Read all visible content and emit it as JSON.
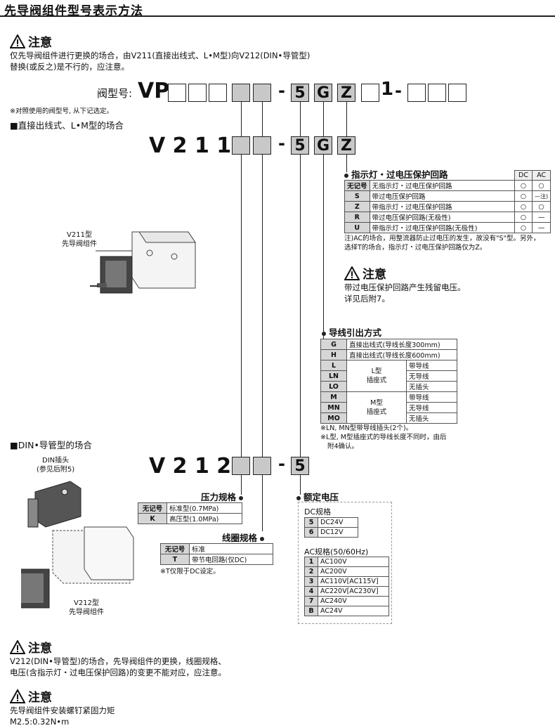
{
  "title": "先导阀组件型号表示方法",
  "caution_label": "注意",
  "caution1": {
    "line1": "仅先导阀组件进行更换的场合，由V211(直接出线式、L•M型)向V212(DIN•导管型)",
    "line2": "替换(或反之)是不行的，应注意。"
  },
  "model_label": "阀型号:",
  "model_prefix": "VP",
  "model_codes": {
    "five": "5",
    "g": "G",
    "z": "Z",
    "one": "1",
    "dash": "-"
  },
  "model_note": "※对照使用的阀型号, 从下记选定。",
  "section_direct": "■直接出线式、L•M型的场合",
  "v211_code": "V 2 1 1",
  "v211_image_label": {
    "line1": "V211型",
    "line2": "先导阀组件"
  },
  "indicator": {
    "title": "指示灯・过电压保护回路",
    "head": [
      "DC",
      "AC"
    ],
    "rows": [
      {
        "code": "无记号",
        "desc": "无指示灯・过电压保护回路",
        "dc": "○",
        "ac": "○"
      },
      {
        "code": "S",
        "desc": "带过电压保护回路",
        "dc": "○",
        "ac": "—注)"
      },
      {
        "code": "Z",
        "desc": "带指示灯・过电压保护回路",
        "dc": "○",
        "ac": "○"
      },
      {
        "code": "R",
        "desc": "带过电压保护回路(无极性)",
        "dc": "○",
        "ac": "—"
      },
      {
        "code": "U",
        "desc": "带指示灯・过电压保护回路(无极性)",
        "dc": "○",
        "ac": "—"
      }
    ],
    "note1": "注)AC的场合，用整流器防止过电压的发生，故没有\"S\"型。另外，",
    "note2": "选择T的场合，指示灯・过电压保护回路仅为Z。"
  },
  "caution2": {
    "line1": "带过电压保护回路产生残留电压。",
    "line2": "详见后附7。"
  },
  "lead": {
    "title": "导线引出方式",
    "rows": [
      {
        "code": "G",
        "desc": "直接出线式(导线长度300mm)"
      },
      {
        "code": "H",
        "desc": "直接出线式(导线长度600mm)"
      }
    ],
    "l_group": {
      "name1": "L型",
      "name2": "插座式",
      "codes": [
        "L",
        "LN",
        "LO"
      ],
      "opts": [
        "带导线",
        "无导线",
        "无插头"
      ]
    },
    "m_group": {
      "name1": "M型",
      "name2": "插座式",
      "codes": [
        "M",
        "MN",
        "MO"
      ],
      "opts": [
        "带导线",
        "无导线",
        "无插头"
      ]
    },
    "note1": "※LN, MN型带导线插头(2个)。",
    "note2": "※L型, M型插座式的导线长度不同时，由后",
    "note3": "附4确认。"
  },
  "section_din": "■DIN•导管型的场合",
  "din_image_label": {
    "line1": "DIN插头",
    "line2": "(参见后附5)"
  },
  "v212_code": "V 2 1 2",
  "v212_image_label": {
    "line1": "V212型",
    "line2": "先导阀组件"
  },
  "pressure": {
    "title": "压力规格",
    "rows": [
      {
        "code": "无记号",
        "desc": "标准型(0.7MPa)"
      },
      {
        "code": "K",
        "desc": "高压型(1.0MPa)"
      }
    ]
  },
  "coil": {
    "title": "线圈规格",
    "rows": [
      {
        "code": "无记号",
        "desc": "标准"
      },
      {
        "code": "T",
        "desc": "带节电回路(仅DC)"
      }
    ],
    "note": "※T仅限于DC设定。"
  },
  "voltage": {
    "title": "额定电压",
    "dc_title": "DC规格",
    "dc_rows": [
      {
        "code": "5",
        "desc": "DC24V"
      },
      {
        "code": "6",
        "desc": "DC12V"
      }
    ],
    "ac_title": "AC规格(50/60Hz)",
    "ac_rows": [
      {
        "code": "1",
        "desc": "AC100V"
      },
      {
        "code": "2",
        "desc": "AC200V"
      },
      {
        "code": "3",
        "desc": "AC110V[AC115V]"
      },
      {
        "code": "4",
        "desc": "AC220V[AC230V]"
      },
      {
        "code": "7",
        "desc": "AC240V"
      },
      {
        "code": "B",
        "desc": "AC24V"
      }
    ]
  },
  "caution3": {
    "line1": "V212(DIN•导管型)的场合，先导阀组件的更换，线圈规格、",
    "line2": "电压(含指示灯・过电压保护回路)的变更不能对应，应注意。"
  },
  "caution4": {
    "line1": "先导阀组件安装螺钉紧固力矩",
    "line2": "M2.5:0.32N•m"
  }
}
